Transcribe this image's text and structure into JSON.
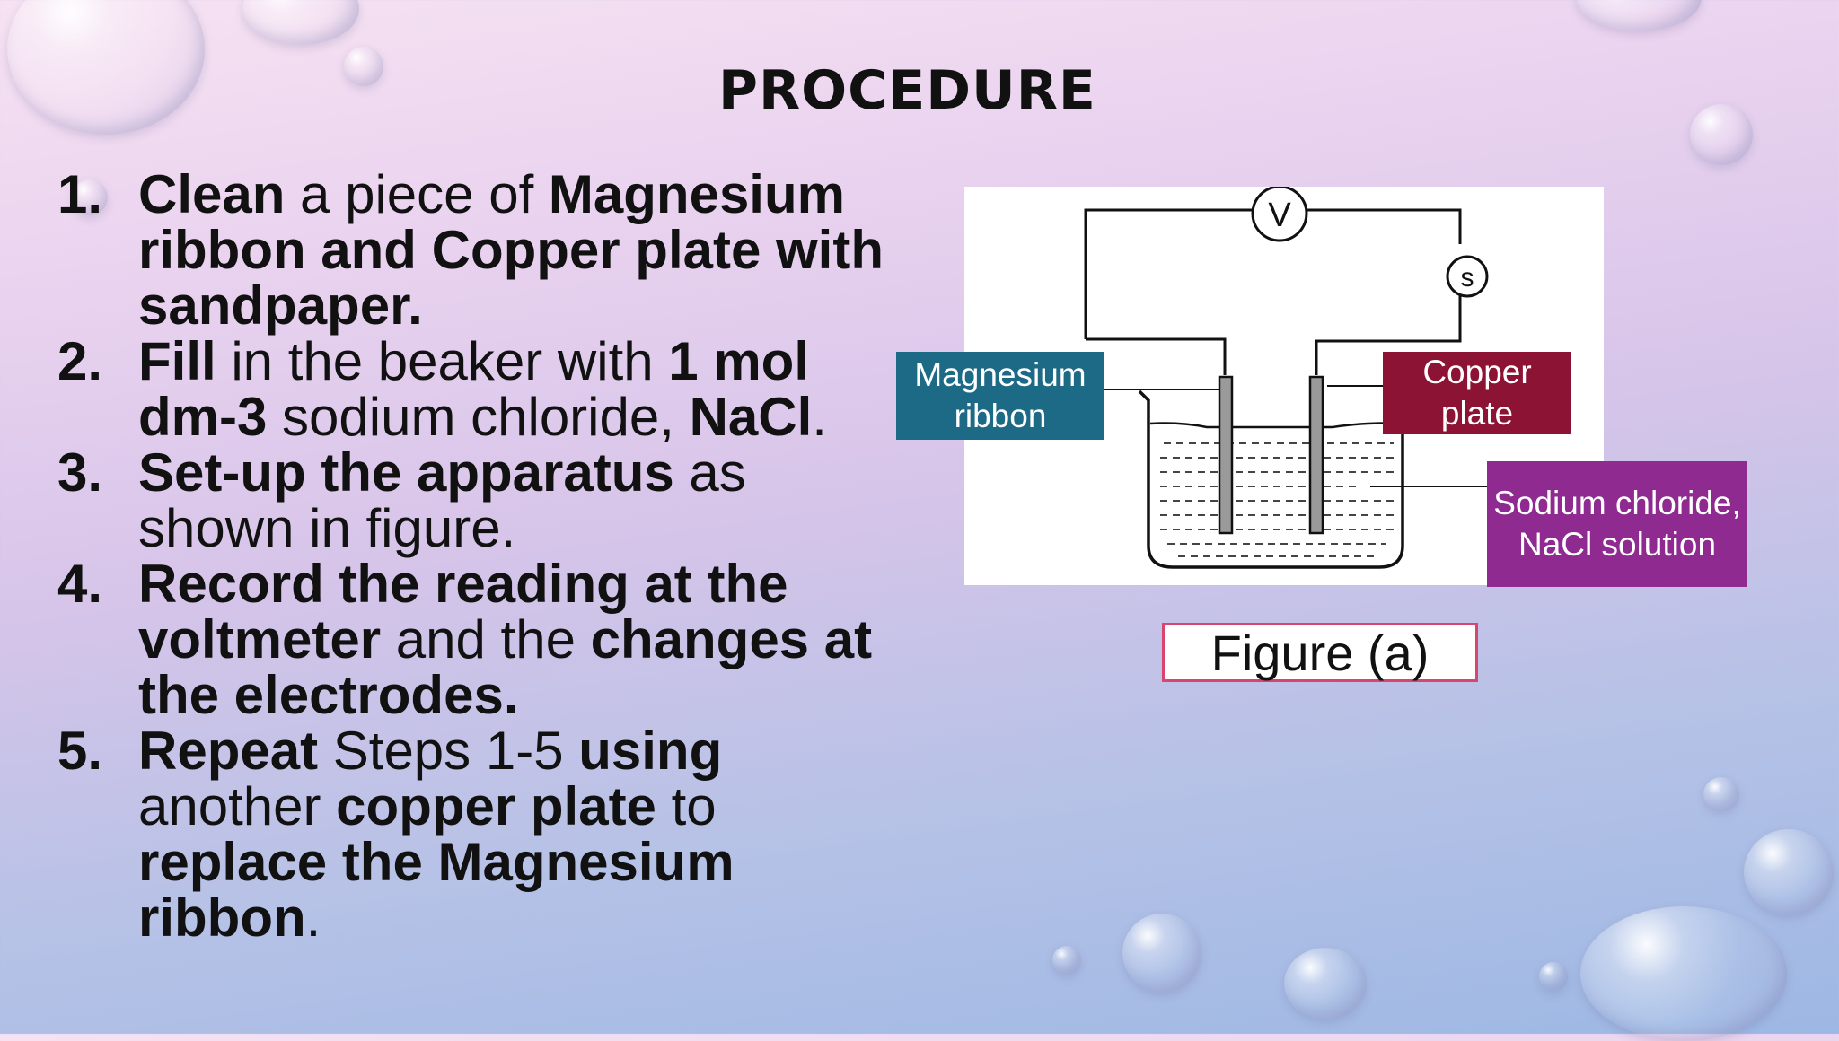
{
  "slide": {
    "title": "PROCEDURE"
  },
  "steps": [
    {
      "number": "1.",
      "parts": [
        [
          "b",
          "Clean"
        ],
        [
          "t",
          " a piece of "
        ],
        [
          "b",
          "Magnesium ribbon and Copper plate with sandpaper."
        ]
      ]
    },
    {
      "number": "2.",
      "parts": [
        [
          "b",
          "Fill"
        ],
        [
          "t",
          " in the beaker with "
        ],
        [
          "b",
          "1 mol dm-3"
        ],
        [
          "t",
          " sodium chloride, "
        ],
        [
          "b",
          "NaCl"
        ],
        [
          "t",
          "."
        ]
      ]
    },
    {
      "number": "3.",
      "parts": [
        [
          "b",
          "Set-up the apparatus"
        ],
        [
          "t",
          " as shown in figure."
        ]
      ]
    },
    {
      "number": "4.",
      "parts": [
        [
          "b",
          "Record the reading at the voltmeter"
        ],
        [
          "t",
          " and the "
        ],
        [
          "b",
          "changes at the electrodes."
        ]
      ]
    },
    {
      "number": "5.",
      "parts": [
        [
          "b",
          "Repeat"
        ],
        [
          "t",
          " Steps 1-5 "
        ],
        [
          "b",
          "using"
        ],
        [
          "t",
          " another "
        ],
        [
          "b",
          "copper plate"
        ],
        [
          "t",
          " to "
        ],
        [
          "b",
          "replace the Magnesium ribbon"
        ],
        [
          "t",
          "."
        ]
      ]
    }
  ],
  "figure": {
    "voltmeter_symbol": "V",
    "switch_symbol": "s",
    "labels": {
      "magnesium": "Magnesium ribbon",
      "copper": "Copper plate",
      "solution": "Sodium chloride, NaCl solution"
    },
    "caption": "Figure (a)",
    "colors": {
      "magnesium_label": "#1d6a86",
      "copper_label": "#8c1333",
      "solution_label": "#8e2a90",
      "caption_border": "#d8456e"
    }
  }
}
